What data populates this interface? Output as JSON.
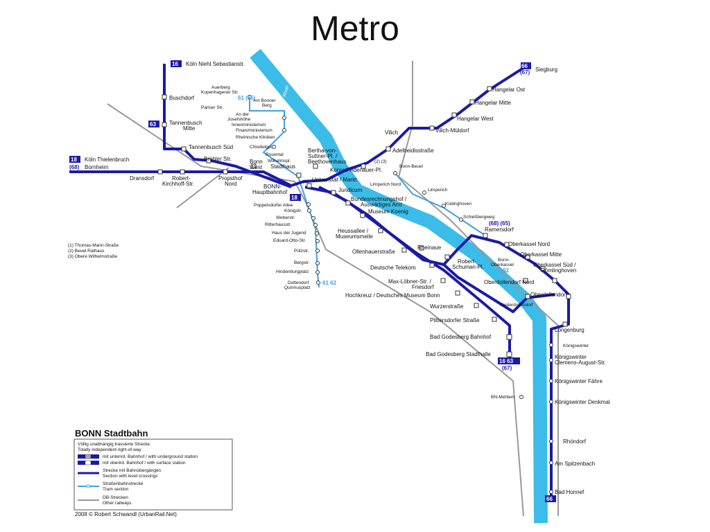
{
  "slide": {
    "title": "Metro"
  },
  "river": {
    "name": "Rhein"
  },
  "routes": {
    "r16": "16",
    "r66": "66",
    "r67": "(67)",
    "r63": "63",
    "r18": "18",
    "r68": "(68)",
    "r61_65": "61 (65)",
    "r61_62": "61  62",
    "r62": "62",
    "r68_65": "(68) (65)",
    "r16_63": "16 63",
    "r67b": "(67)",
    "r18b": "18",
    "r66b": "66"
  },
  "destinations": {
    "nord": "Köln Niehl Sebastianstr.",
    "west1": "Köln Thielenbruch",
    "west2": "Bornheim",
    "siegburg": "Siegburg"
  },
  "stations": {
    "buschdorf": "Buschdorf",
    "tannenbusch_mitte_1": "Tannenbusch",
    "tannenbusch_mitte_2": "Mitte",
    "tannenbusch_sued": "Tannenbusch Süd",
    "bruehler": "Brühler Str.",
    "bonn_west_1": "Bonn",
    "bonn_west_2": "West",
    "dransdorf": "Dransdorf",
    "robert_k_1": "Robert-",
    "robert_k_2": "Kirchhoff-Str.",
    "propsthof_1": "Propsthof",
    "propsthof_2": "Nord",
    "auerberg": "Auerberg",
    "kopenhagener": "Kopenhagener Str.",
    "pariser": "Pariser Str.",
    "am_bonner_1": "Am Bonner",
    "am_bonner_2": "Berg",
    "an_der_1": "An der",
    "an_der_2": "Josefshöhe",
    "innenmin": "Innenministerium",
    "finanzmin": "Finanzministerium",
    "rhein_klin": "Rheinische Kliniken",
    "chlodwig": "Chlodwigpl.",
    "rosental": "Rosental",
    "wilhelmspl": "Wilhelmspl.",
    "stadthaus": "Stadthaus",
    "bertha_1": "Bertha-von-",
    "bertha_2": "Suttner-Pl. /",
    "bertha_3": "Beethovenhaus",
    "konrad": "Konrad-Adenauer-Pl.",
    "bonn_beuel": "Bonn-Beuel",
    "hbf_1": "BONN-",
    "hbf_2": "Hauptbahnhof",
    "uni": "Universität / Markt",
    "markers": "(1)",
    "markers23": "(2) (3)",
    "vilich": "Vilich",
    "vilich_m": "Vilich-Müldorf",
    "adelheid": "Adelheidisstraße",
    "hangelar_w": "Hangelar West",
    "hangelar_m": "Hangelar Mitte",
    "hangelar_o": "Hangelar Ost",
    "juridicum": "Juridicum",
    "brh_1": "Bundesrechnungshof /",
    "brh_2": "Auswärtiges Amt",
    "museum_k": "Museum Koenig",
    "limperich_n": "Limperich Nord",
    "limperich": "Limperich",
    "kuedinghoven": "Küdinghoven",
    "poppelsdorf": "Poppelsdorfer Allee",
    "koenigstr": "Königstr.",
    "weberstr": "Weberstr.",
    "ritterhaus": "Ritterhausstr.",
    "haus_jugend": "Haus der Jugend",
    "eduard": "Eduard-Otto-Str.",
    "puetz": "Pützstr.",
    "berg": "Bergstr.",
    "hindenburg": "Hindenburgplatz",
    "dottendorf_1": "Dottendorf",
    "dottendorf_2": "Quirinusplatz",
    "heuss_1": "Heussallee /",
    "heuss_2": "Museumsmeile",
    "ollenhauer": "Ollenhauerstraße",
    "rheinaue": "Rheinaue",
    "deutsche_tel": "Deutsche Telekom",
    "schuman_1": "Robert-",
    "schuman_2": "Schuman-Pl.",
    "schiess": "Schießbergweg",
    "ramersdorf": "Ramersdorf",
    "oberkassel_n": "Oberkassel Nord",
    "oberkassel_m": "Oberkassel Mitte",
    "bonn_ok_1": "Bonn-",
    "bonn_ok_2": "Oberkassel",
    "ok_sued_1": "Oberkassel Süd /",
    "ok_sued_2": "Römlinghoven",
    "loebner_1": "Max-Löbner-Str. /",
    "loebner_2": "Friesdorf",
    "oberdollendorf_n": "Oberdollendorf Nord",
    "oberdollendorf": "Oberdollendorf",
    "niederdollendorf": "Niederdollendorf",
    "hochkreuz": "Hochkreuz / Deutsches Museum Bonn",
    "wurzer": "Wurzerstraße",
    "plittersdorf": "Plittersdorfer Straße",
    "godesberg_bf": "Bad Godesberg Bahnhof",
    "godesberg_sh": "Bad Godesberg Stadthalle",
    "longenburg": "Longenburg",
    "koenigswinter": "Königswinter",
    "kw_clemens_1": "Königswinter",
    "kw_clemens_2": "Clemens-August-Str.",
    "kw_faehre": "Königswinter Fähre",
    "bn_mehlem": "BN-Mehlem",
    "kw_denkmal": "Königswinter Denkmal",
    "rhoendorf": "Rhöndorf",
    "spitzenbach": "Am Spitzenbach",
    "bad_honnef": "Bad Honnef"
  },
  "notes": [
    "(1)  Thomas-Mann-Straße",
    "(2)  Beuel Rathaus",
    "(3)  Obere Wilhelmstraße"
  ],
  "legend": {
    "title": "BONN Stadtbahn",
    "l1a": "Völlig unabhängig trassierte Strecke",
    "l1b": "Totally independent right-of-way",
    "l2": "mit unterird. Bahnhof / with underground station",
    "l3": "mit oberird. Bahnhof / with surface station",
    "l4a": "Strecke mit Bahnübergängen",
    "l4b": "Section with level crossings",
    "l5a": "Straßenbahnstrecke",
    "l5b": "Tram section",
    "l6a": "DB-Strecken",
    "l6b": "Other railways"
  },
  "credit": "2008 © Robert Schwandl (UrbanRail.Net)",
  "colors": {
    "metro": "#1a1aa8",
    "tram": "#3fa0e6",
    "river": "#3cbce8",
    "rail": "#999999",
    "route_box": "#1a1aa8"
  }
}
